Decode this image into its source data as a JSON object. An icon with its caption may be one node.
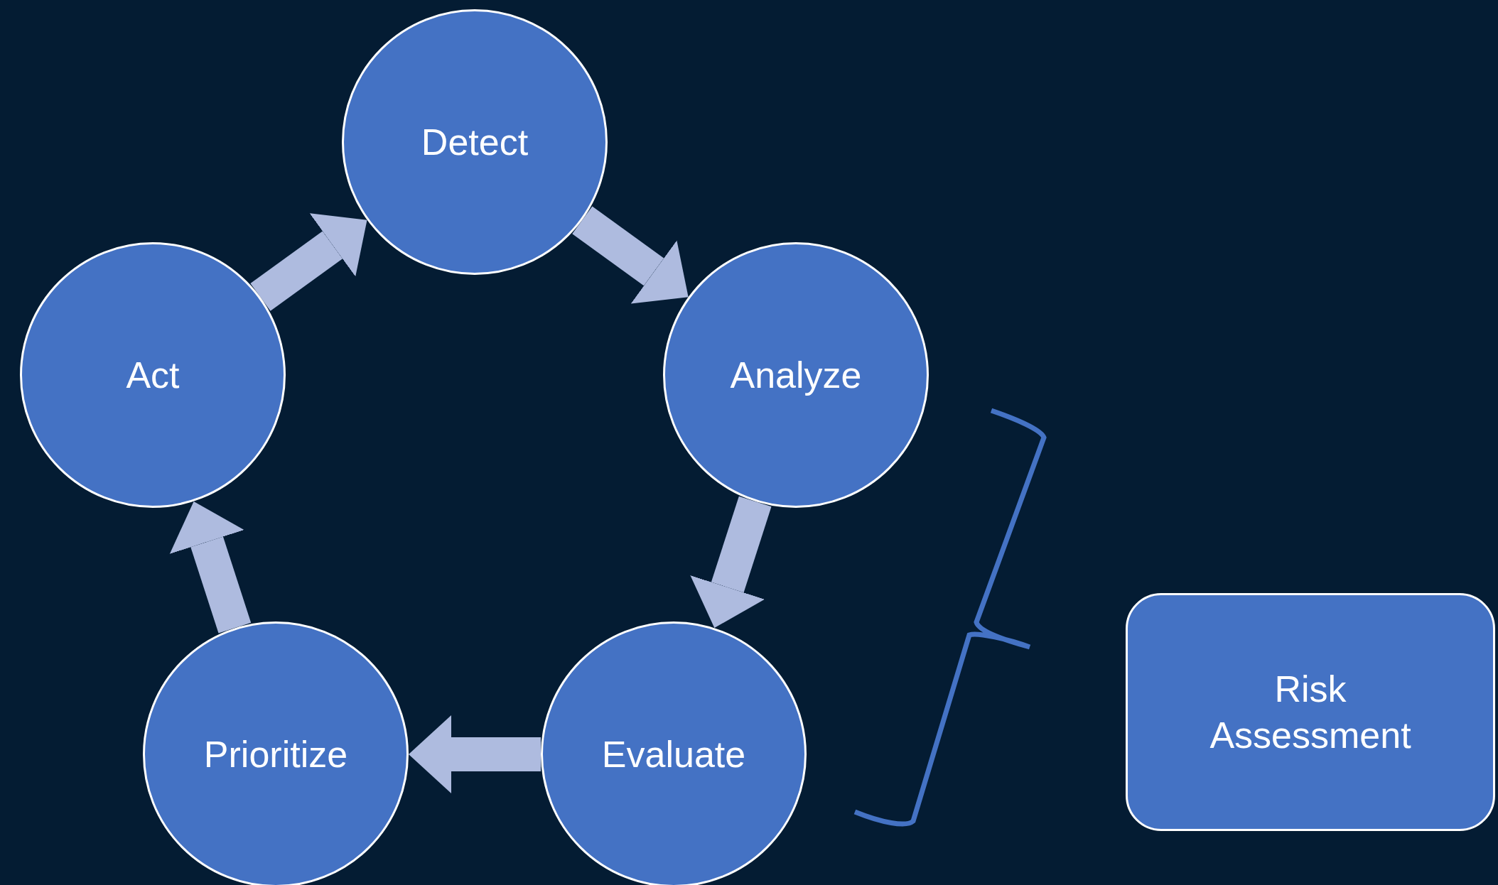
{
  "diagram": {
    "nodes": [
      {
        "text": [
          "Detect"
        ]
      },
      {
        "text": [
          "Act"
        ]
      },
      {
        "text": [
          "Analyze"
        ]
      },
      {
        "text": [
          "Prioritize"
        ]
      },
      {
        "text": [
          "Evaluate"
        ]
      },
      {
        "text": [
          "Risk Assessment"
        ]
      }
    ],
    "edges": [
      {
        "from": 0,
        "to": 2,
        "arrow": "to"
      },
      {
        "from": 2,
        "to": 4,
        "arrow": "to"
      },
      {
        "from": 4,
        "to": 3,
        "arrow": "to"
      },
      {
        "from": 3,
        "to": 1,
        "arrow": "to"
      },
      {
        "from": 1,
        "to": 0,
        "arrow": "to"
      }
    ]
  }
}
